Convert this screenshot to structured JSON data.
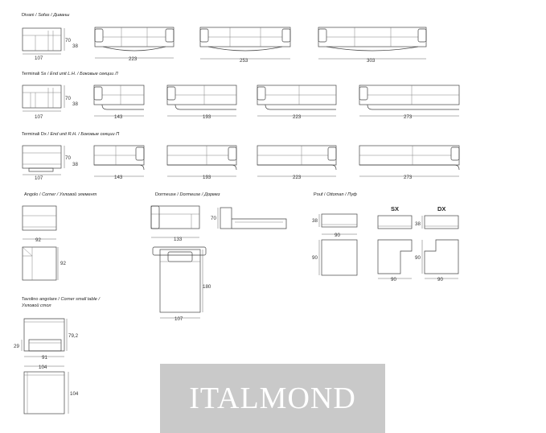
{
  "sections": {
    "sofas": {
      "prefix": "Divani / ",
      "en": "Sofas",
      "ru": " / Диваны"
    },
    "end_sx": {
      "prefix": "Terminali Sx / ",
      "en": "End unit L.H.",
      "ru": " / Боковые секции Л"
    },
    "end_dx": {
      "prefix": "Terminali Dx / ",
      "en": "End unit R.H.",
      "ru": " / Боковые секции П"
    },
    "corner": {
      "prefix": "Angolo / ",
      "en": "Corner",
      "ru": " / Угловой элемент"
    },
    "dormeuse": {
      "prefix": "Dormeuse / ",
      "en": "Dormeuse",
      "ru": " / Дормез"
    },
    "pouf": {
      "prefix": "Pouf / ",
      "en": "Ottoman",
      "ru": " / Пуф"
    },
    "table_line1": {
      "prefix": "Tavolino angolare / ",
      "en": "Corner small table",
      "ru": " /"
    },
    "table_line2": {
      "prefix": "",
      "en": "Угловой стол",
      "ru": ""
    }
  },
  "labels": {
    "sx": "SX",
    "dx": "DX"
  },
  "dims": {
    "sofas": {
      "side_w": "107",
      "side_h1": "70",
      "side_h2": "38",
      "w1": "223",
      "w2": "253",
      "w3": "303"
    },
    "end_sx": {
      "side_w": "107",
      "side_h1": "70",
      "side_h2": "38",
      "w1": "143",
      "w2": "193",
      "w3": "223",
      "w4": "273"
    },
    "end_dx": {
      "side_w": "107",
      "side_h1": "70",
      "side_h2": "38",
      "w1": "143",
      "w2": "193",
      "w3": "223",
      "w4": "273"
    },
    "corner": {
      "w": "92",
      "d": "92"
    },
    "dormeuse": {
      "w": "133",
      "h": "70",
      "len": "180",
      "bw": "107"
    },
    "pouf": {
      "h": "38",
      "w": "90",
      "d": "90",
      "sx_h": "38",
      "sx_w": "90",
      "dx_d": "90",
      "dx_w": "90"
    },
    "table": {
      "h1": "79,2",
      "h2": "29",
      "w1": "91",
      "w2": "104",
      "d": "104"
    }
  },
  "watermark": "ITALMOND"
}
